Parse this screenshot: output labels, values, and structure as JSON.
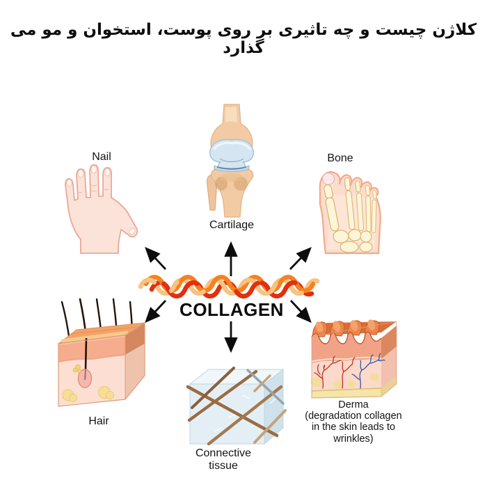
{
  "page": {
    "title": "کلاژن چیست و چه تاثیری بر روی پوست، استخوان و مو می گذارد"
  },
  "diagram": {
    "center": {
      "label": "COLLAGEN"
    },
    "nodes": {
      "nail": {
        "label": "Nail"
      },
      "cartilage": {
        "label": "Cartilage"
      },
      "bone": {
        "label": "Bone"
      },
      "hair": {
        "label": "Hair"
      },
      "connective_tissue": {
        "label": "Connective tissue"
      },
      "derma": {
        "label": "Derma",
        "note": "(degradation collagen in the skin leads to wrinkles)"
      }
    },
    "arrow_directions": [
      "up-left",
      "up",
      "up-right",
      "down-left",
      "down",
      "down-right"
    ],
    "colors": {
      "background": "#ffffff",
      "text": "#111111",
      "arrow": "#0d0d0d",
      "collagen_red": "#e03010",
      "collagen_orange": "#f58220",
      "collagen_cream": "#f6c382",
      "skin_light": "#fbe3da",
      "skin_outline": "#efaf9c",
      "bone_tan": "#f2cba4",
      "bone_cream": "#fcf5d8",
      "cartilage_blue": "#d3e4f2",
      "epidermis_salmon": "#f5ad8d",
      "dermis_pink": "#fcdfd2",
      "fat_yellow": "#f6de96",
      "tissue_cube_blue": "#e3eff5",
      "fiber_brown": "#9a6b42",
      "vessel_red": "#c23026",
      "vessel_blue": "#3c55a5"
    }
  }
}
